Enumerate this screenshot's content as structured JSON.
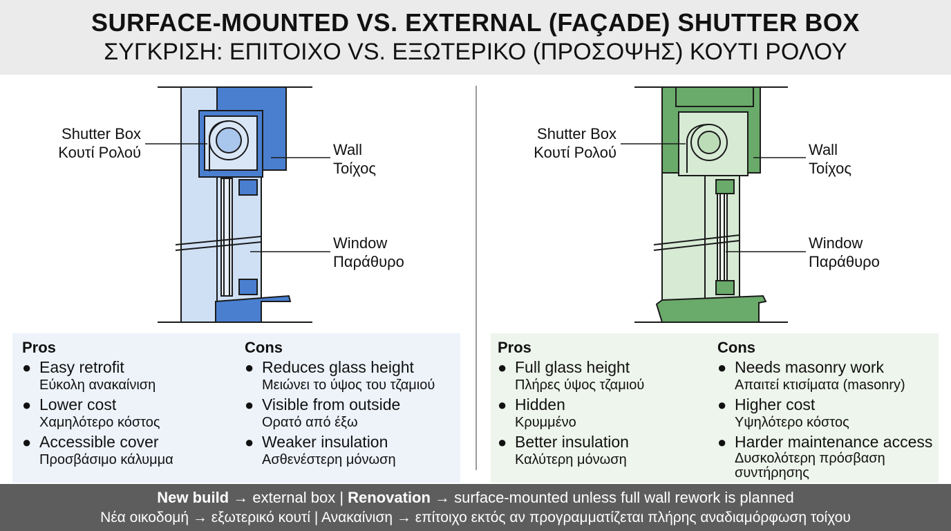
{
  "header": {
    "title_en": "SURFACE-MOUNTED   VS.  EXTERNAL (FAÇADE) SHUTTER BOX",
    "title_gr": "ΣΥΓΚΡΙΣΗ: ΕΠΙΤΟΙΧΟ VS. ΕΞΩΤΕΡΙΚΟ (ΠΡΟΣΟΨΗΣ) ΚΟΥΤΙ ΡΟΛΟΥ"
  },
  "colors": {
    "blue_fill": "#4a7fd0",
    "blue_light": "#cfe0f5",
    "green_fill": "#6aaa6a",
    "green_light": "#d6ead4"
  },
  "left": {
    "labels": {
      "shutter_box_en": "Shutter Box",
      "shutter_box_gr": "Κουτί Ρολού",
      "wall_en": "Wall",
      "wall_gr": "Τοίχος",
      "window_en": "Window",
      "window_gr": "Παράθυρο"
    },
    "pros_title": "Pros",
    "pros": [
      {
        "en": "Easy retrofit",
        "gr": "Εύκολη ανακαίνιση"
      },
      {
        "en": "Lower cost",
        "gr": "Χαμηλότερο κόστος"
      },
      {
        "en": "Accessible cover",
        "gr": "Προσβάσιμο κάλυμμα"
      }
    ],
    "cons_title": "Cons",
    "cons": [
      {
        "en": "Reduces glass height",
        "gr": "Μειώνει το ύψος του τζαμιού"
      },
      {
        "en": "Visible from outside",
        "gr": "Ορατό από έξω"
      },
      {
        "en": "Weaker insulation",
        "gr": "Ασθενέστερη μόνωση"
      }
    ]
  },
  "right": {
    "labels": {
      "shutter_box_en": "Shutter Box",
      "shutter_box_gr": "Κουτί Ρολού",
      "wall_en": "Wall",
      "wall_gr": "Τοίχος",
      "window_en": "Window",
      "window_gr": "Παράθυρο"
    },
    "pros_title": "Pros",
    "pros": [
      {
        "en": "Full glass height",
        "gr": "Πλήρες ύψος τζαμιού"
      },
      {
        "en": "Hidden",
        "gr": "Κρυμμένο"
      },
      {
        "en": "Better insulation",
        "gr": "Καλύτερη μόνωση"
      }
    ],
    "cons_title": "Cons",
    "cons": [
      {
        "en": "Needs masonry work",
        "gr": "Απαιτεί κτισίματα (masonry)"
      },
      {
        "en": "Higher cost",
        "gr": "Υψηλότερο κόστος"
      },
      {
        "en": "Harder maintenance access",
        "gr": "Δυσκολότερη πρόσβαση συντήρησης"
      }
    ]
  },
  "footer": {
    "line1_bold1": "New build",
    "line1_rest1": " → external box  | ",
    "line1_bold2": "Renovation",
    "line1_rest2": " → surface-mounted unless full wall rework is planned",
    "line2": "Νέα οικοδομή → εξωτερικό κουτί | Ανακαίνιση → επίτοιχο εκτός αν προγραμματίζεται πλήρης αναδιαμόρφωση τοίχου"
  }
}
